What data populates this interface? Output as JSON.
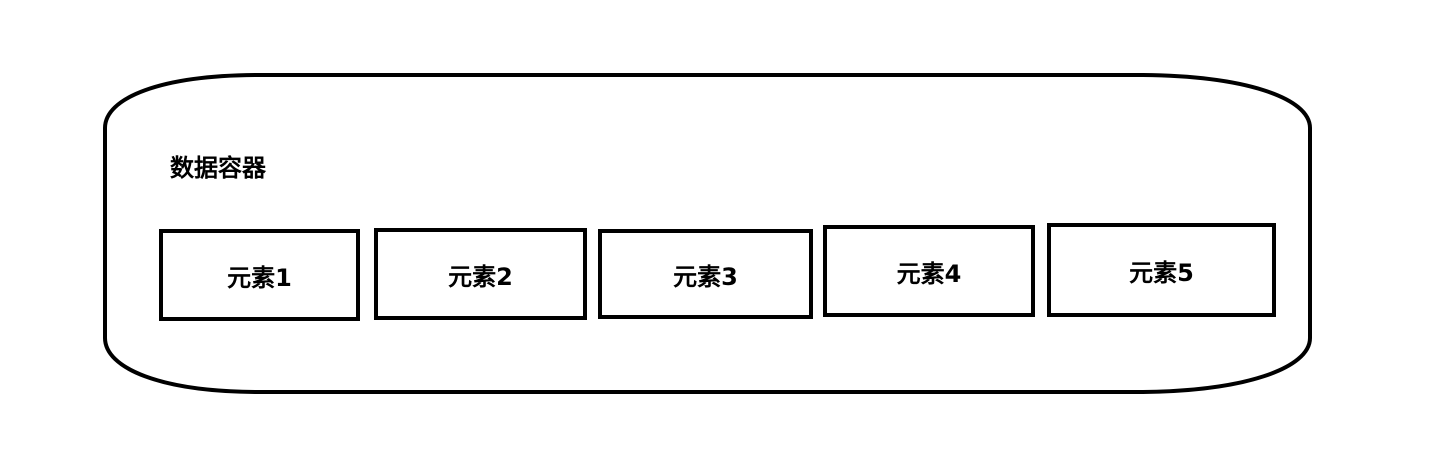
{
  "container": {
    "label": "数据容器"
  },
  "elements": [
    {
      "label": "元素1"
    },
    {
      "label": "元素2"
    },
    {
      "label": "元素3"
    },
    {
      "label": "元素4"
    },
    {
      "label": "元素5"
    }
  ]
}
